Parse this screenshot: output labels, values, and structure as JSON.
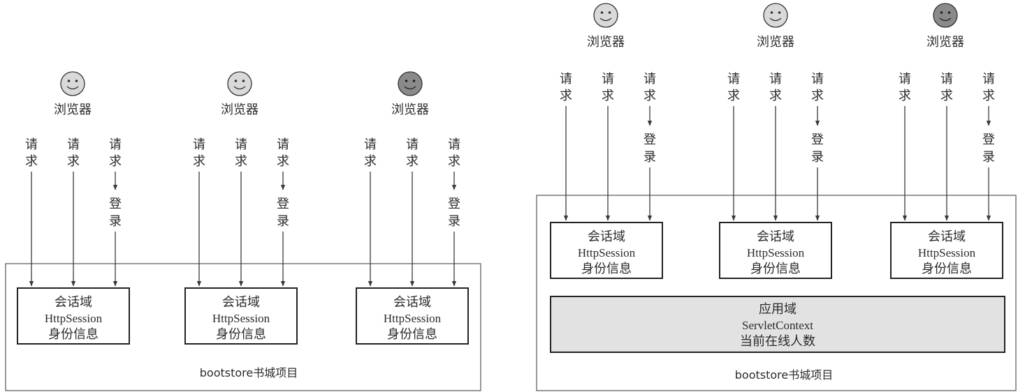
{
  "labels": {
    "browser": "浏览器",
    "request": "请求",
    "login": "登录",
    "session_title": "会话域",
    "session_class": "HttpSession",
    "session_info": "身份信息",
    "project": "bootstore书城项目",
    "app_title": "应用域",
    "app_class": "ServletContext",
    "app_info": "当前在线人数"
  },
  "colors": {
    "face_normal": "#d9d9d9",
    "face_active": "#8a8a8a",
    "app_fill": "#e2e2e2"
  },
  "browser_states": [
    "normal",
    "normal",
    "active"
  ]
}
